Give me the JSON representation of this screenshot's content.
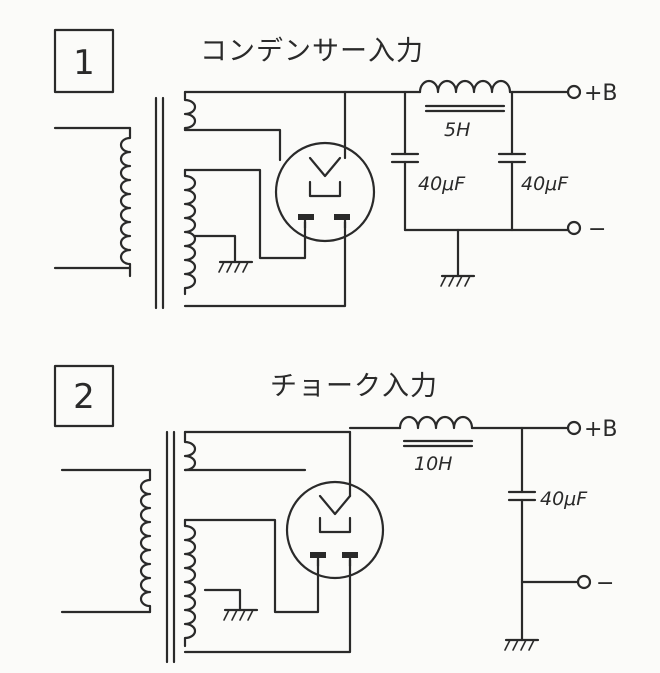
{
  "circuits": [
    {
      "number": "1",
      "title": "コンデンサー入力",
      "choke_label": "5H",
      "capacitor_labels": [
        "40μF",
        "40μF"
      ],
      "terminal_positive": "+B",
      "terminal_negative": "−"
    },
    {
      "number": "2",
      "title": "チョーク入力",
      "choke_label": "10H",
      "capacitor_labels": [
        "40μF"
      ],
      "terminal_positive": "+B",
      "terminal_negative": "−"
    }
  ],
  "colors": {
    "ink": "#2a2a2a",
    "paper": "#fbfbf9"
  }
}
